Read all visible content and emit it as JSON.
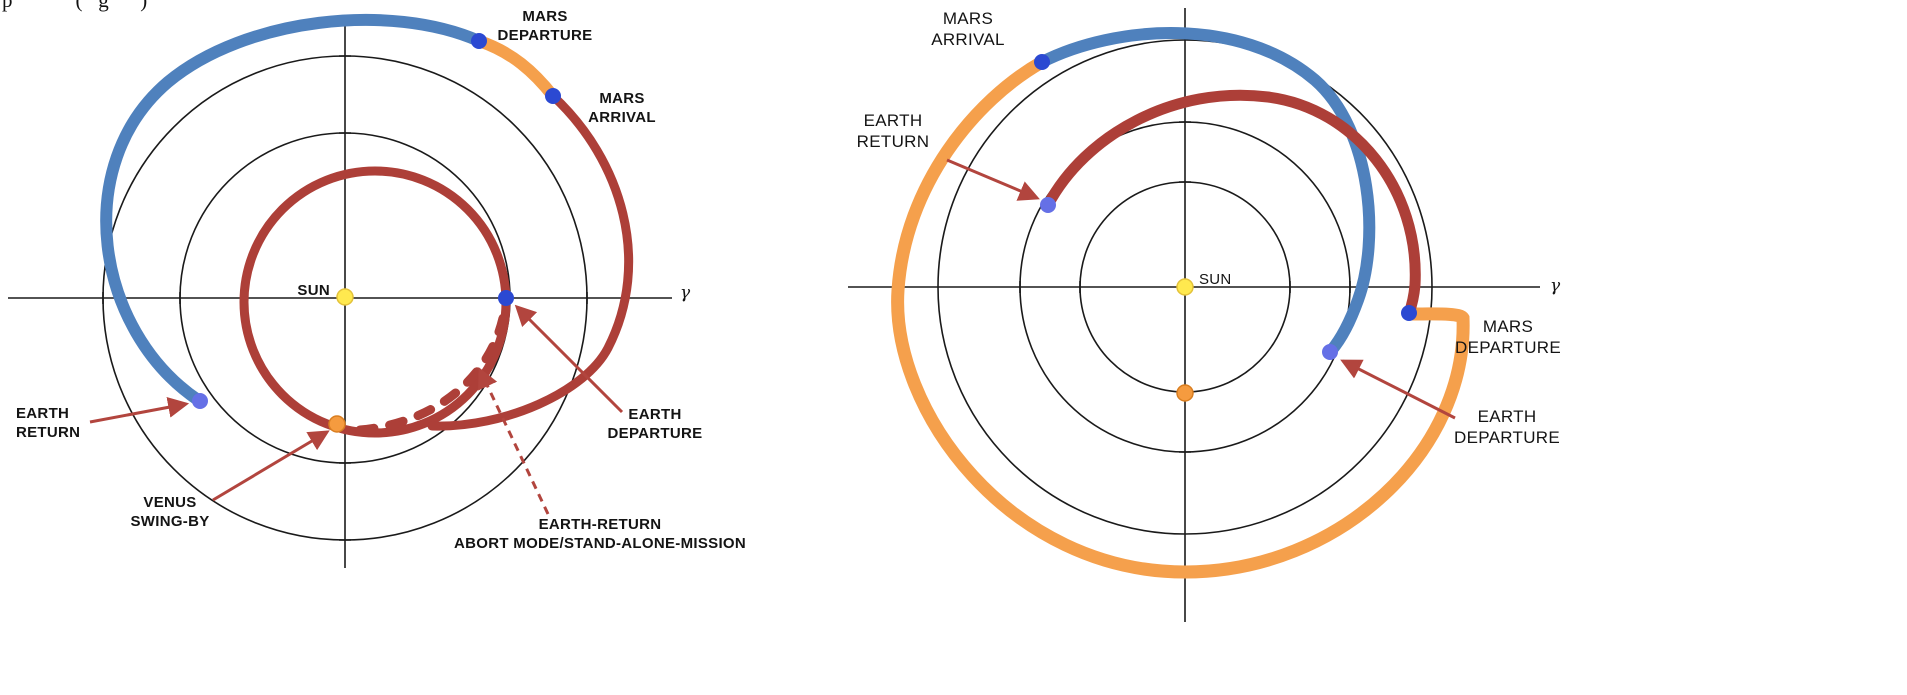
{
  "page": {
    "top_text_fragment": "p            (   g      )"
  },
  "colors": {
    "blue_arc": "#4f81bd",
    "orange_arc": "#f5a04c",
    "red_arc": "#ad3f38",
    "arrow_red": "#b2453e",
    "dot_blue": "#2b49d2",
    "dot_light_blue": "#6570e6",
    "dot_orange": "#f59b3f",
    "sun_yellow": "#ffe94f",
    "axis_black": "#1a1a1a"
  },
  "left_diagram": {
    "labels": {
      "mars_departure": "MARS\nDEPARTURE",
      "mars_arrival": "MARS\nARRIVAL",
      "earth_return": "EARTH\nRETURN",
      "venus_swing_by": "VENUS\nSWING-BY",
      "sun": "SUN",
      "earth_departure": "EARTH\nDEPARTURE",
      "abort": "EARTH-RETURN\nABORT MODE/STAND-ALONE-MISSION",
      "gamma": "γ"
    }
  },
  "right_diagram": {
    "labels": {
      "mars_arrival": "MARS\nARRIVAL",
      "earth_return": "EARTH\nRETURN",
      "sun": "SUN",
      "mars_departure": "MARS\nDEPARTURE",
      "earth_departure": "EARTH\nDEPARTURE",
      "gamma": "γ"
    }
  }
}
